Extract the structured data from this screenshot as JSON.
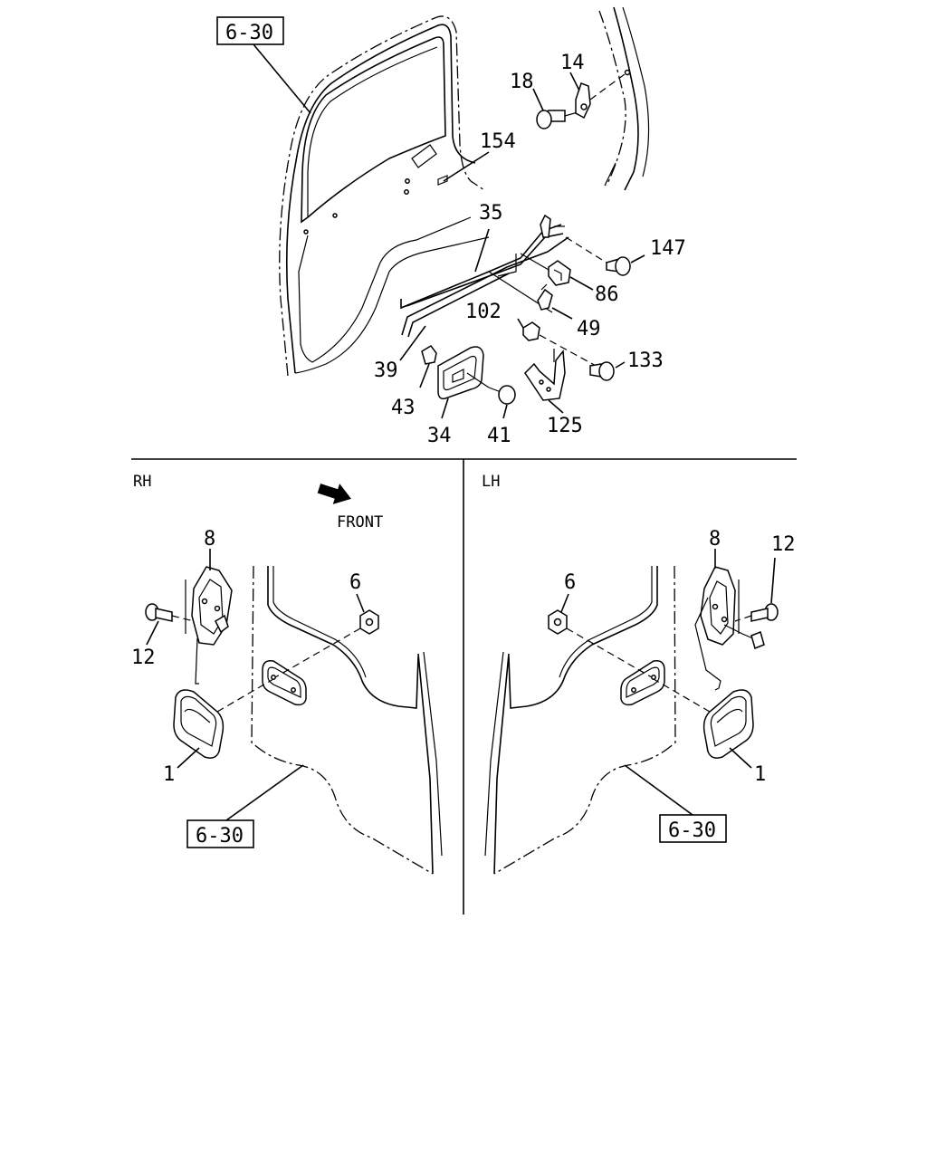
{
  "sections": {
    "rh": "RH",
    "lh": "LH",
    "front": "FRONT"
  },
  "refs": {
    "top": "6-30",
    "rh": "6-30",
    "lh": "6-30"
  },
  "callouts": {
    "c18": "18",
    "c14": "14",
    "c154": "154",
    "c35": "35",
    "c147": "147",
    "c86": "86",
    "c49": "49",
    "c102": "102",
    "c133": "133",
    "c39": "39",
    "c43": "43",
    "c34": "34",
    "c41": "41",
    "c125": "125",
    "rh8": "8",
    "rh6": "6",
    "rh12": "12",
    "rh1": "1",
    "lh8": "8",
    "lh6": "6",
    "lh12": "12",
    "lh1": "1"
  }
}
